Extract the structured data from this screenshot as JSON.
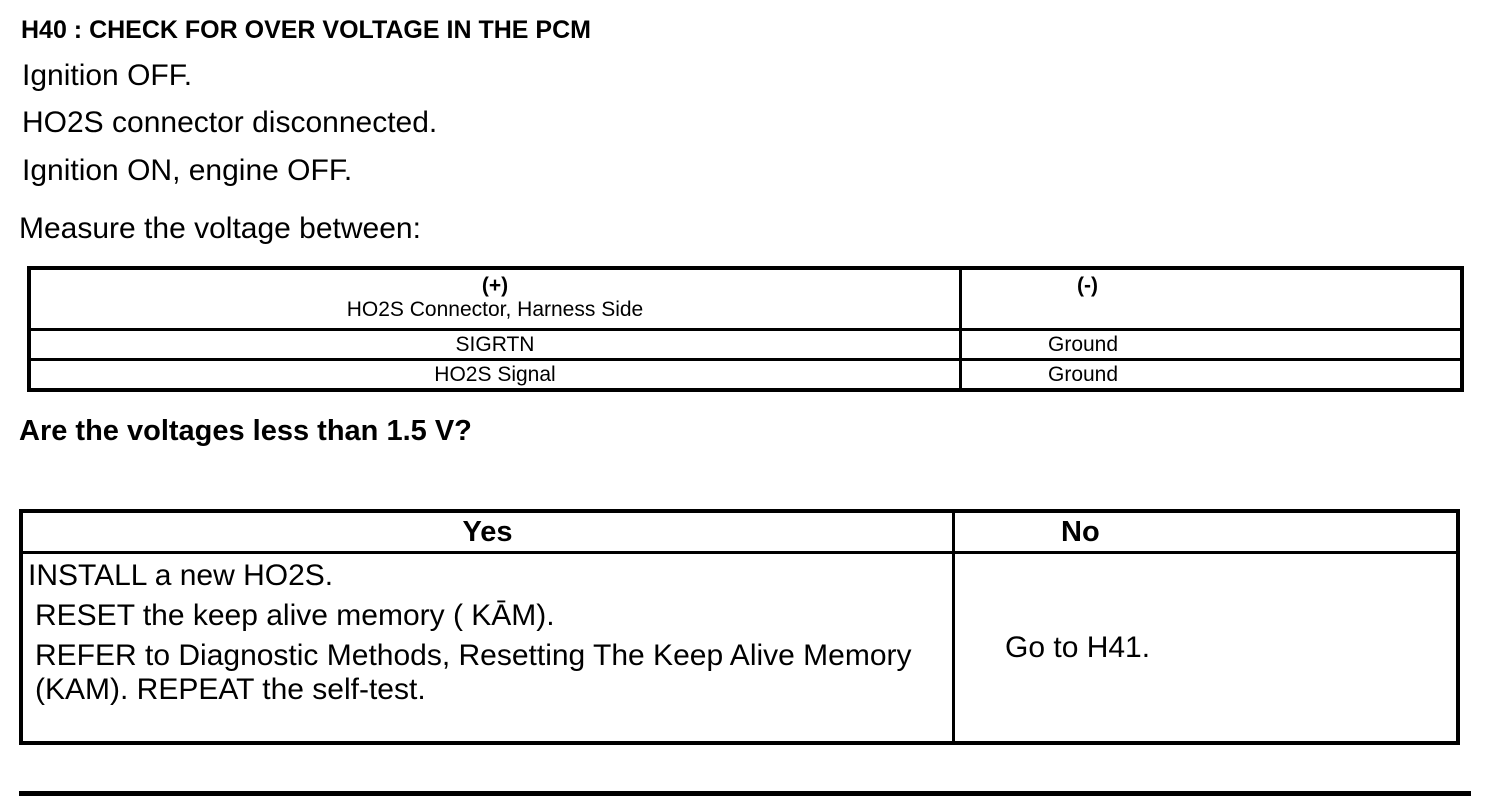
{
  "heading": "H40 : CHECK FOR OVER VOLTAGE IN THE PCM",
  "steps": [
    "Ignition OFF.",
    "HO2S connector disconnected.",
    "Ignition ON, engine OFF."
  ],
  "measure_label": "Measure the voltage between:",
  "voltage_table": {
    "header_plus_symbol": "(+)",
    "header_plus_desc": "HO2S Connector, Harness Side",
    "header_minus_symbol": "(-)",
    "rows": [
      {
        "plus": "SIGRTN",
        "minus": "Ground"
      },
      {
        "plus": "HO2S Signal",
        "minus": "Ground"
      }
    ]
  },
  "question": "Are the voltages less than 1.5 V?",
  "answer_table": {
    "yes_header": "Yes",
    "no_header": "No",
    "yes_lines": [
      "INSTALL a new HO2S.",
      "RESET the keep alive memory ( KĀM).",
      "REFER to Diagnostic Methods, Resetting The Keep Alive Memory (KAM). REPEAT the self-test."
    ],
    "no_text": "Go to H41."
  }
}
